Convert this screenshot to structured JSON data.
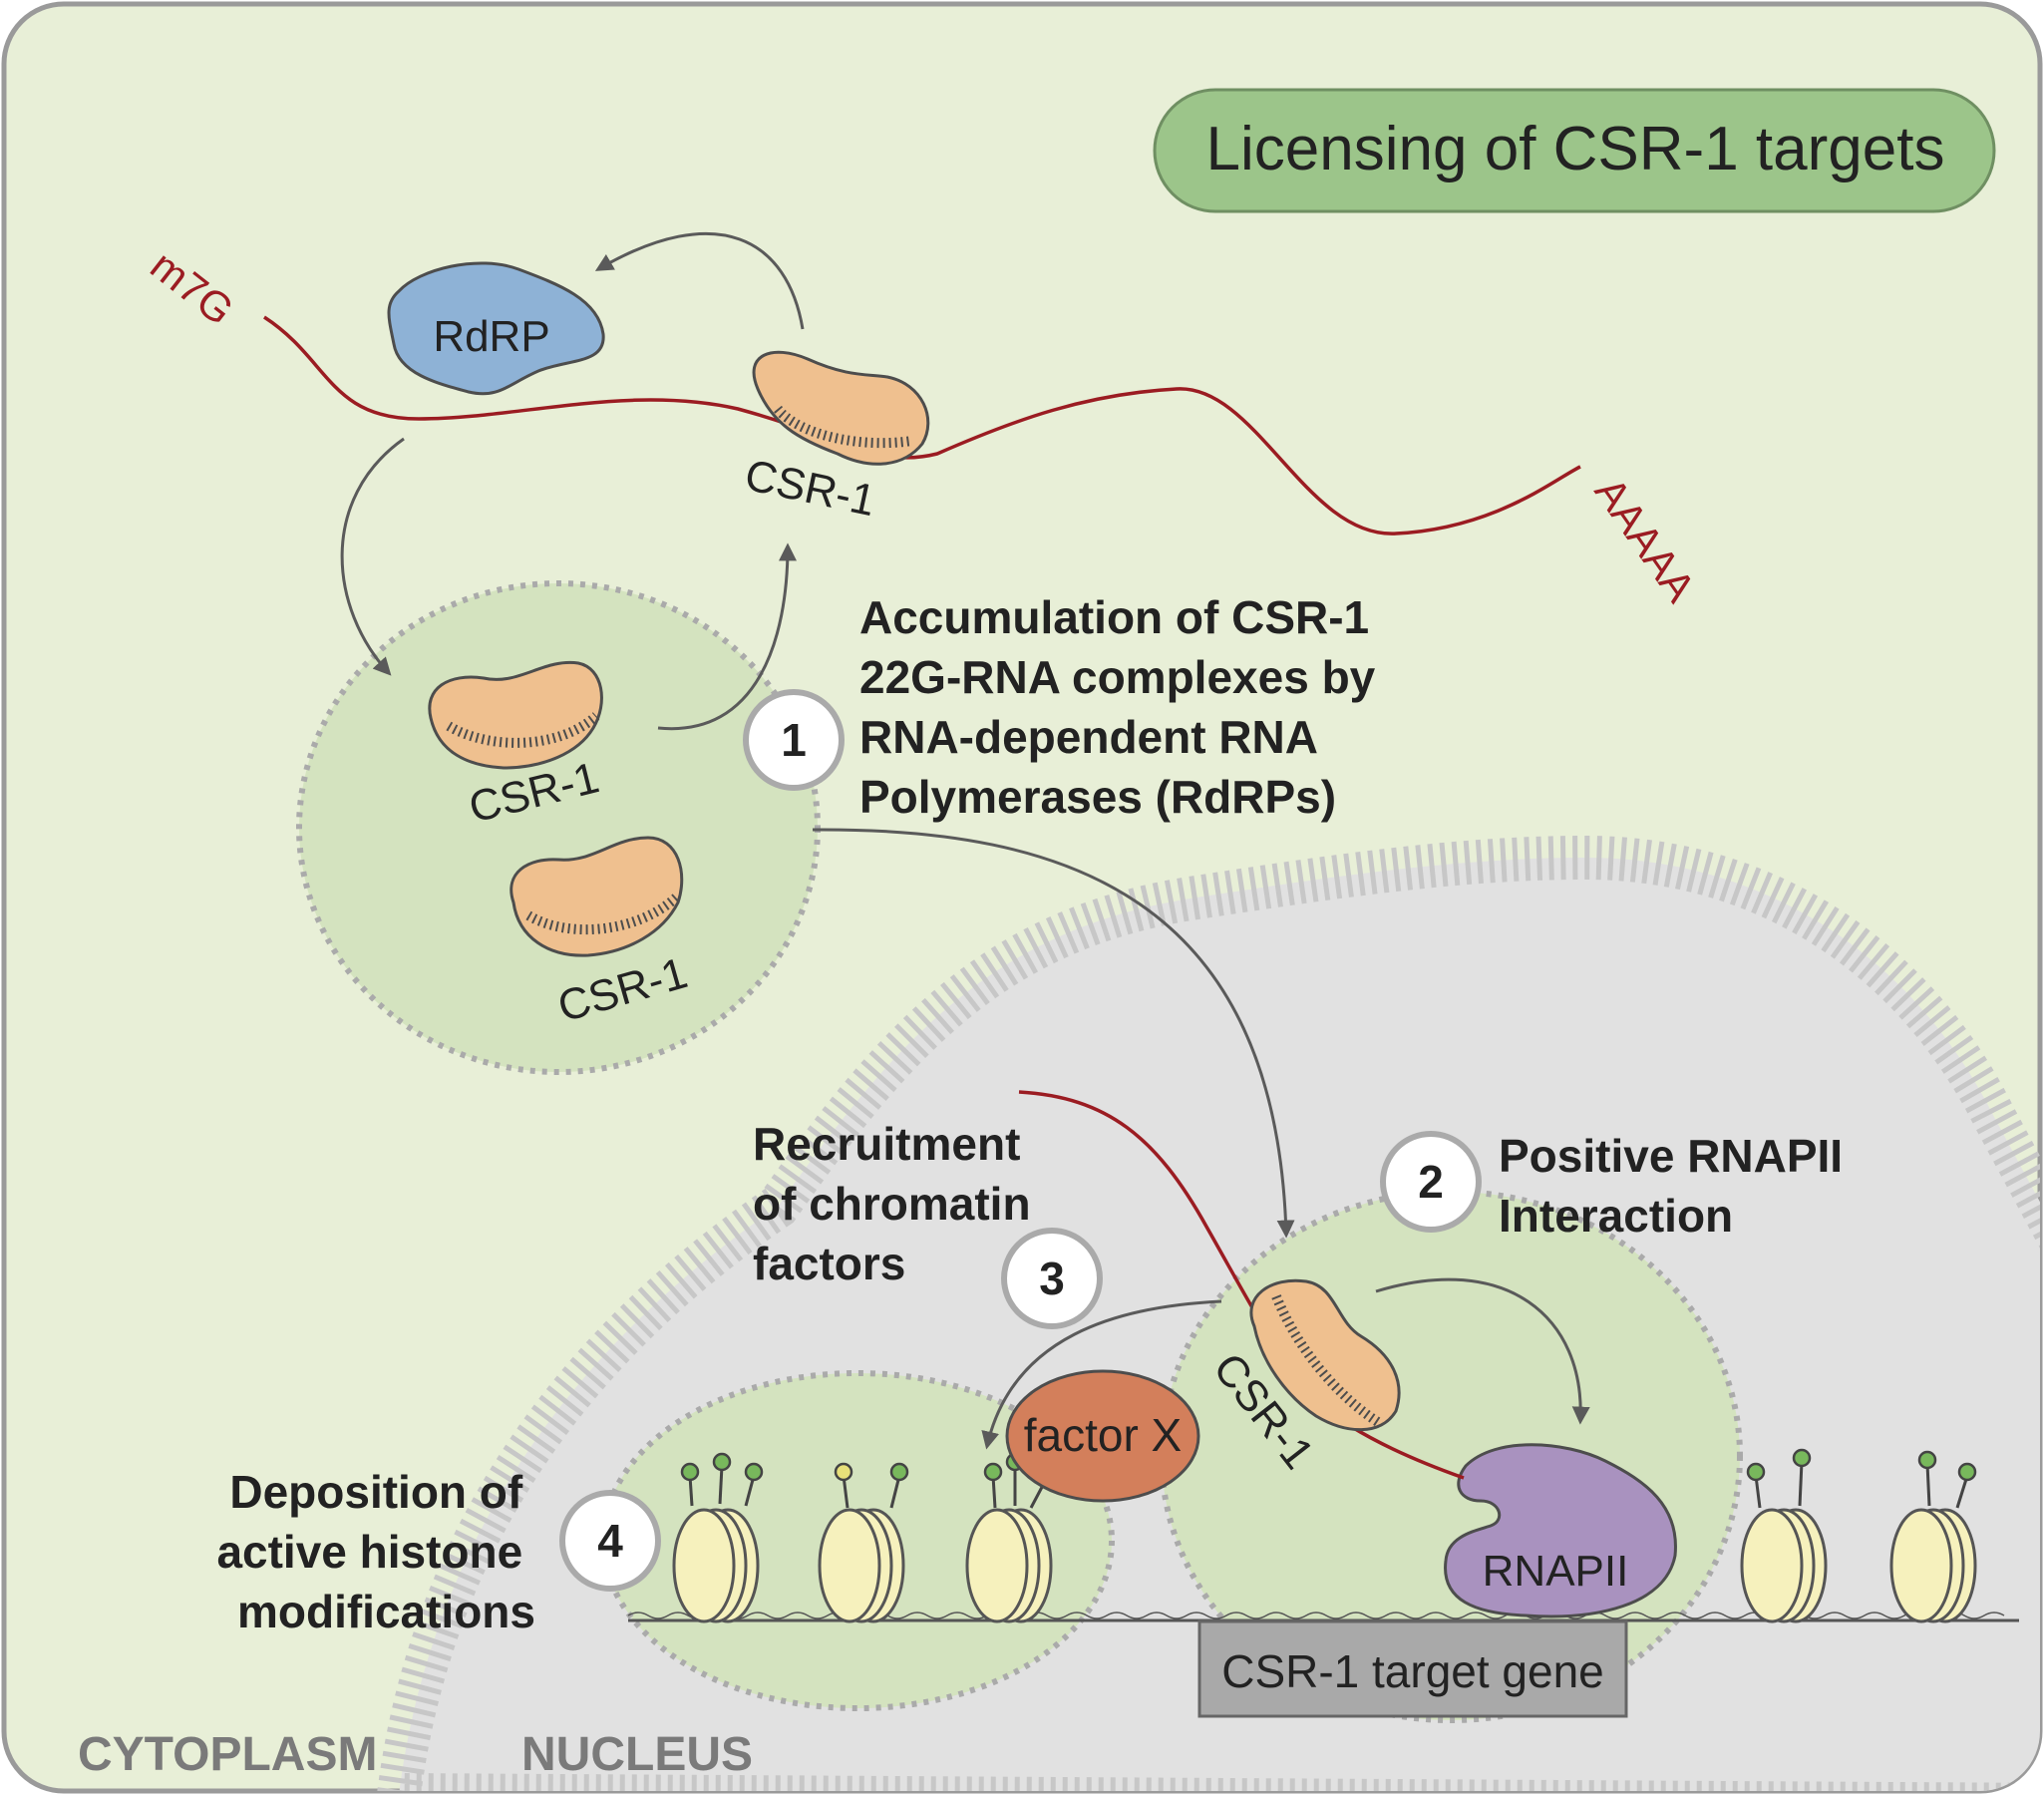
{
  "title": "Licensing of CSR-1 targets",
  "mrna": {
    "cap": "m7G",
    "tail": "AAAAA"
  },
  "proteins": {
    "rdrp": "RdRP",
    "csr1": "CSR-1",
    "factor_x": "factor X",
    "rnapii": "RNAPII"
  },
  "gene_label": "CSR-1 target gene",
  "steps": [
    {
      "number": "1",
      "lines": [
        "Accumulation of CSR-1",
        "22G-RNA complexes by",
        "RNA-dependent RNA",
        "Polymerases (RdRPs)"
      ]
    },
    {
      "number": "2",
      "lines": [
        "Positive RNAPII",
        "Interaction"
      ]
    },
    {
      "number": "3",
      "lines": [
        "Recruitment",
        "of chromatin",
        "factors"
      ]
    },
    {
      "number": "4",
      "lines": [
        "Deposition of",
        "active histone",
        "modifications"
      ]
    }
  ],
  "compartments": {
    "cytoplasm": "CYTOPLASM",
    "nucleus": "NUCLEUS"
  },
  "colors": {
    "cytoplasm_bg": "#e8efd7",
    "nucleus_bg": "#e1e1e1",
    "granule": "#d4e3bf",
    "title_pill": "#9cc58a",
    "rdrp": "#8eb2d6",
    "csr1": "#efc08f",
    "factor_x": "#d37f5b",
    "rnapii": "#a992bf",
    "mrna": "#9b1c22",
    "nucleosome": "#f6f1bd",
    "gene_box": "#a9a9a9"
  }
}
